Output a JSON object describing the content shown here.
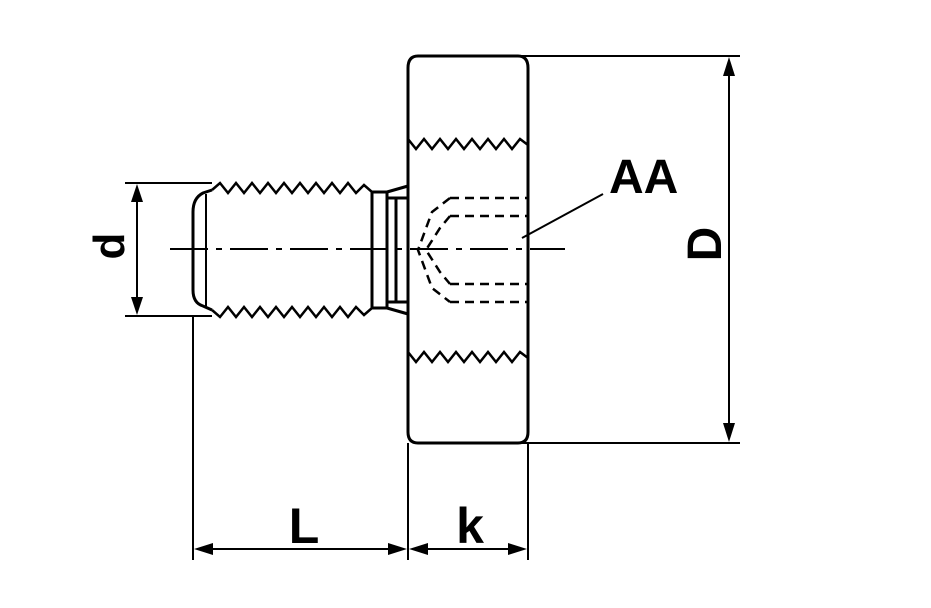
{
  "labels": {
    "d": "d",
    "D": "D",
    "L": "L",
    "k": "k",
    "AA": "AA"
  },
  "colors": {
    "line": "#000000",
    "background": "#ffffff"
  }
}
